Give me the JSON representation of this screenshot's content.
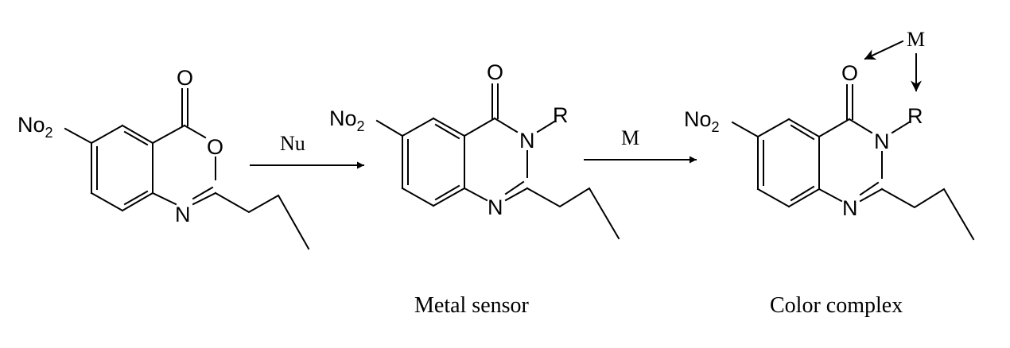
{
  "reagents": {
    "step1": "Nu",
    "step2": "M"
  },
  "captions": {
    "product": "Metal sensor",
    "complex": "Color complex"
  },
  "labels": {
    "nitro_main": "No",
    "nitro_sub": "2",
    "oxygen": "O",
    "nitrogen": "N",
    "r_group": "R",
    "metal": "M"
  }
}
